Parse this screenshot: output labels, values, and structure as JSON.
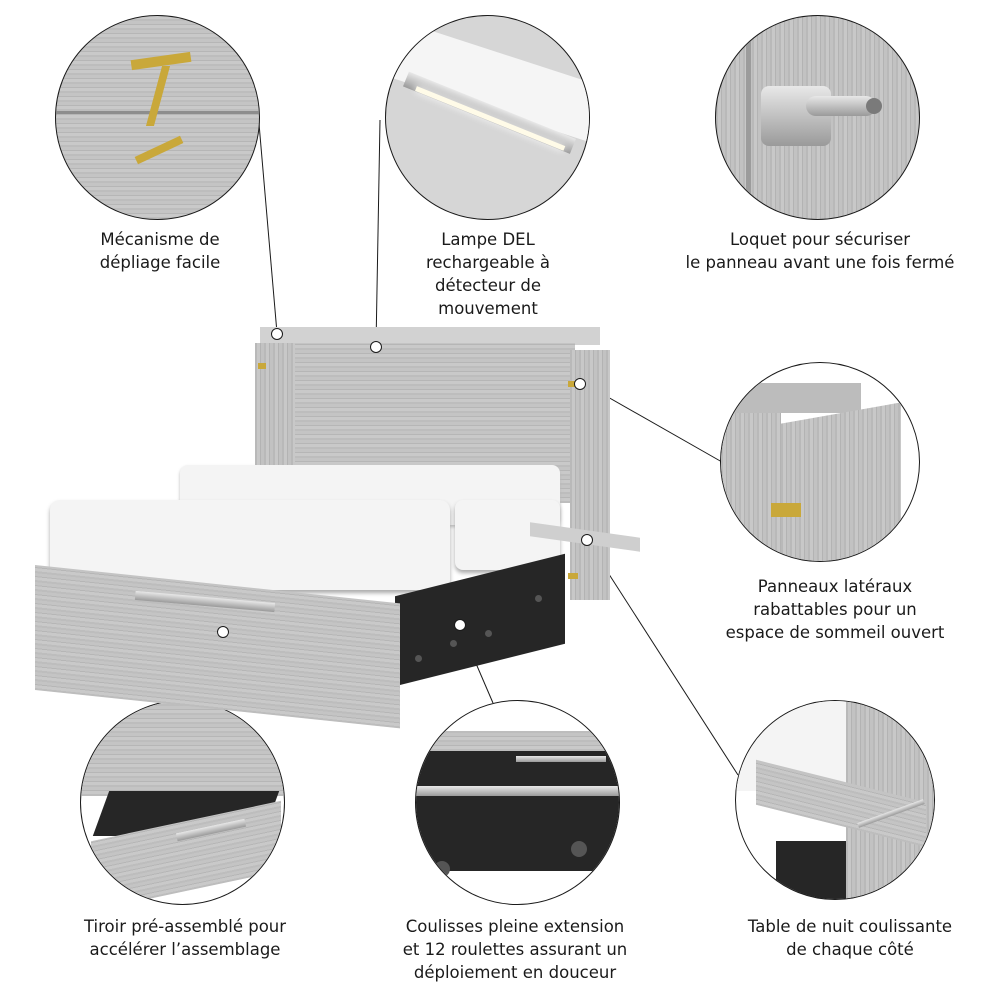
{
  "features": [
    {
      "id": "folding-mechanism",
      "lines": [
        "Mécanisme de",
        "dépliage facile"
      ]
    },
    {
      "id": "led-lamp",
      "lines": [
        "Lampe DEL",
        "rechargeable à",
        "détecteur de",
        "mouvement"
      ]
    },
    {
      "id": "latch",
      "lines": [
        "Loquet pour sécuriser",
        "le panneau avant une fois fermé"
      ]
    },
    {
      "id": "side-panels",
      "lines": [
        "Panneaux latéraux",
        "rabattables pour un",
        "espace de sommeil ouvert"
      ]
    },
    {
      "id": "drawer",
      "lines": [
        "Tiroir pré-assemblé pour",
        "accélérer l’assemblage"
      ]
    },
    {
      "id": "slides-casters",
      "lines": [
        "Coulisses pleine extension",
        "et 12 roulettes assurant un",
        "déploiement en douceur"
      ]
    },
    {
      "id": "nightstand",
      "lines": [
        "Table de nuit coulissante",
        "de chaque côté"
      ]
    }
  ],
  "colors": {
    "wood": "#c4c4c4",
    "brass": "#c9a83a",
    "mattress": "#f4f4f4",
    "frame": "#262626",
    "line": "#1a1a1a"
  }
}
